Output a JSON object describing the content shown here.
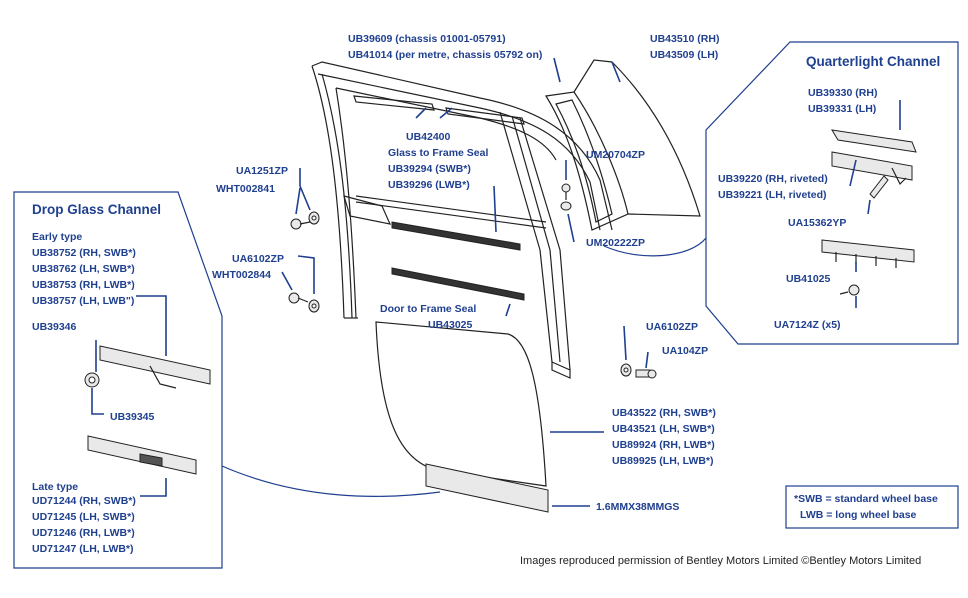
{
  "callouts": {
    "frame_seal_1": "UB39609 (chassis 01001-05791)",
    "frame_seal_2": "UB41014 (per metre, chassis 05792 on)",
    "quarter_glass_rh": "UB43510 (RH)",
    "quarter_glass_lh": "UB43509 (LH)",
    "seal_ub42400": "UB42400",
    "glass_to_frame_seal": "Glass to Frame Seal",
    "glass_seal_swb": "UB39294 (SWB*)",
    "glass_seal_lwb": "UB39296 (LWB*)",
    "um20704": "UM20704ZP",
    "um20222": "UM20222ZP",
    "ua1251": "UA1251ZP",
    "wht002841": "WHT002841",
    "ua6102_top": "UA6102ZP",
    "wht002844": "WHT002844",
    "door_to_frame_seal": "Door to Frame Seal",
    "door_seal_part": "UB43025",
    "ua6102_bottom": "UA6102ZP",
    "ua104": "UA104ZP",
    "glass_1": "UB43522 (RH, SWB*)",
    "glass_2": "UB43521 (LH, SWB*)",
    "glass_3": "UB89924 (RH, LWB*)",
    "glass_4": "UB89925 (LH, LWB*)",
    "strip": "1.6MMX38MMGS"
  },
  "quarterlight": {
    "title": "Quarterlight Channel",
    "rh": "UB39330 (RH)",
    "lh": "UB39331 (LH)",
    "riveted_rh": "UB39220 (RH, riveted)",
    "riveted_lh": "UB39221 (LH, riveted)",
    "ua15362": "UA15362YP",
    "ub41025": "UB41025",
    "ua7124": "UA7124Z (x5)"
  },
  "drop_glass": {
    "title": "Drop Glass Channel",
    "early_type": "Early type",
    "early_1": "UB38752 (RH, SWB*)",
    "early_2": "UB38762 (LH, SWB*)",
    "early_3": "UB38753 (RH, LWB*)",
    "early_4": "UB38757 (LH, LWB\")",
    "ub39346": "UB39346",
    "ub39345": "UB39345",
    "late_type": "Late type",
    "late_1": "UD71244 (RH, SWB*)",
    "late_2": "UD71245 (LH, SWB*)",
    "late_3": "UD71246 (RH, LWB*)",
    "late_4": "UD71247 (LH, LWB*)"
  },
  "legend": {
    "swb": "*SWB = standard wheel base",
    "lwb": "LWB = long wheel base"
  },
  "credit": "Images reproduced permission of Bentley Motors Limited ©Bentley Motors Limited",
  "colors": {
    "accent": "#1f3f8f",
    "linework": "#222222"
  }
}
